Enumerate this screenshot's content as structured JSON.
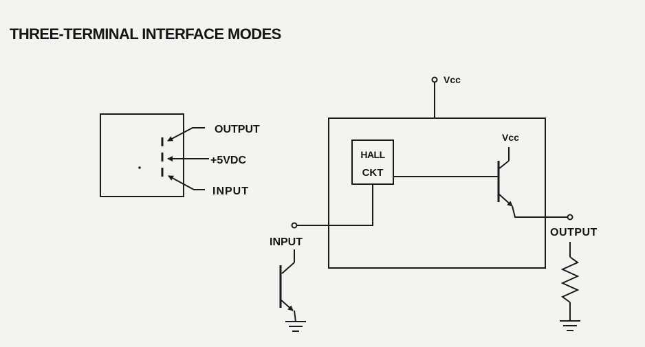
{
  "title": "THREE-TERMINAL INTERFACE MODES",
  "package": {
    "labels": {
      "output": "OUTPUT",
      "supply": "+5VDC",
      "input": "INPUT"
    }
  },
  "circuit": {
    "supply_top": "Vcc",
    "supply_transistor": "Vcc",
    "hall_line1": "HALL",
    "hall_line2": "CKT",
    "input_label": "INPUT",
    "output_label": "OUTPUT"
  }
}
